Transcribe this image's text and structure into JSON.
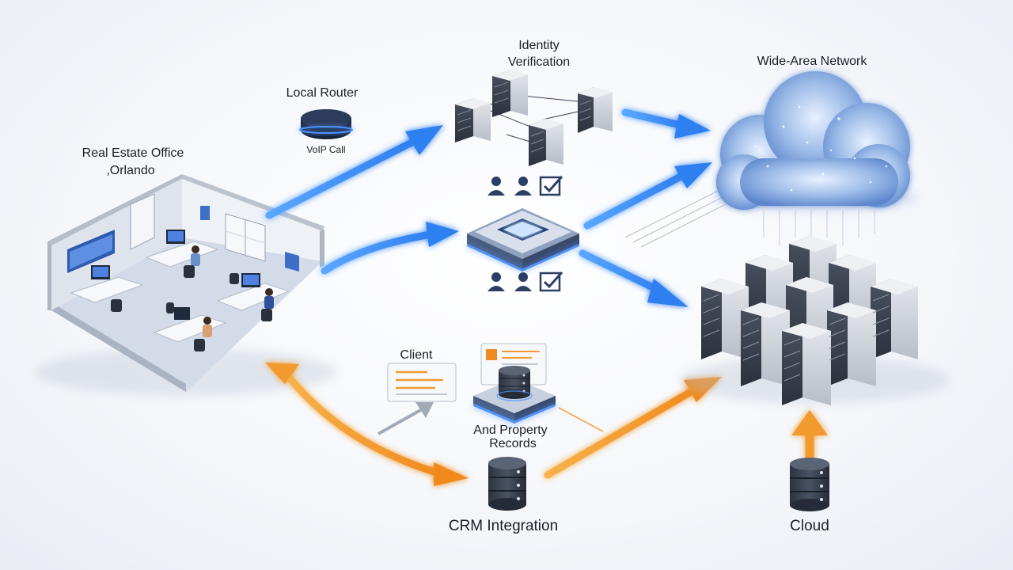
{
  "labels": {
    "office_line1": "Real Estate Office",
    "office_line2": ",Orlando",
    "router": "Local Router",
    "voip": "VoIP Call",
    "identity_line1": "Identity",
    "identity_line2": "Verification",
    "wan": "Wide-Area Network",
    "client": "Client",
    "records_line1": "And Property",
    "records_line2": "Records",
    "crm": "CRM Integration",
    "cloud": "Cloud"
  },
  "colors": {
    "blue_flow": "#3b8cf0",
    "orange_flow": "#f29a2e",
    "navy": "#2c3e63",
    "server_body": "#c7ccd4",
    "server_dark": "#3a4150",
    "cloud": "#6f97d8"
  },
  "icons": [
    "office-room",
    "router-icon",
    "server-rack-icon",
    "user-icon",
    "checkbox-icon",
    "hub-chip-icon",
    "cloud-icon",
    "database-icon",
    "document-icon"
  ]
}
